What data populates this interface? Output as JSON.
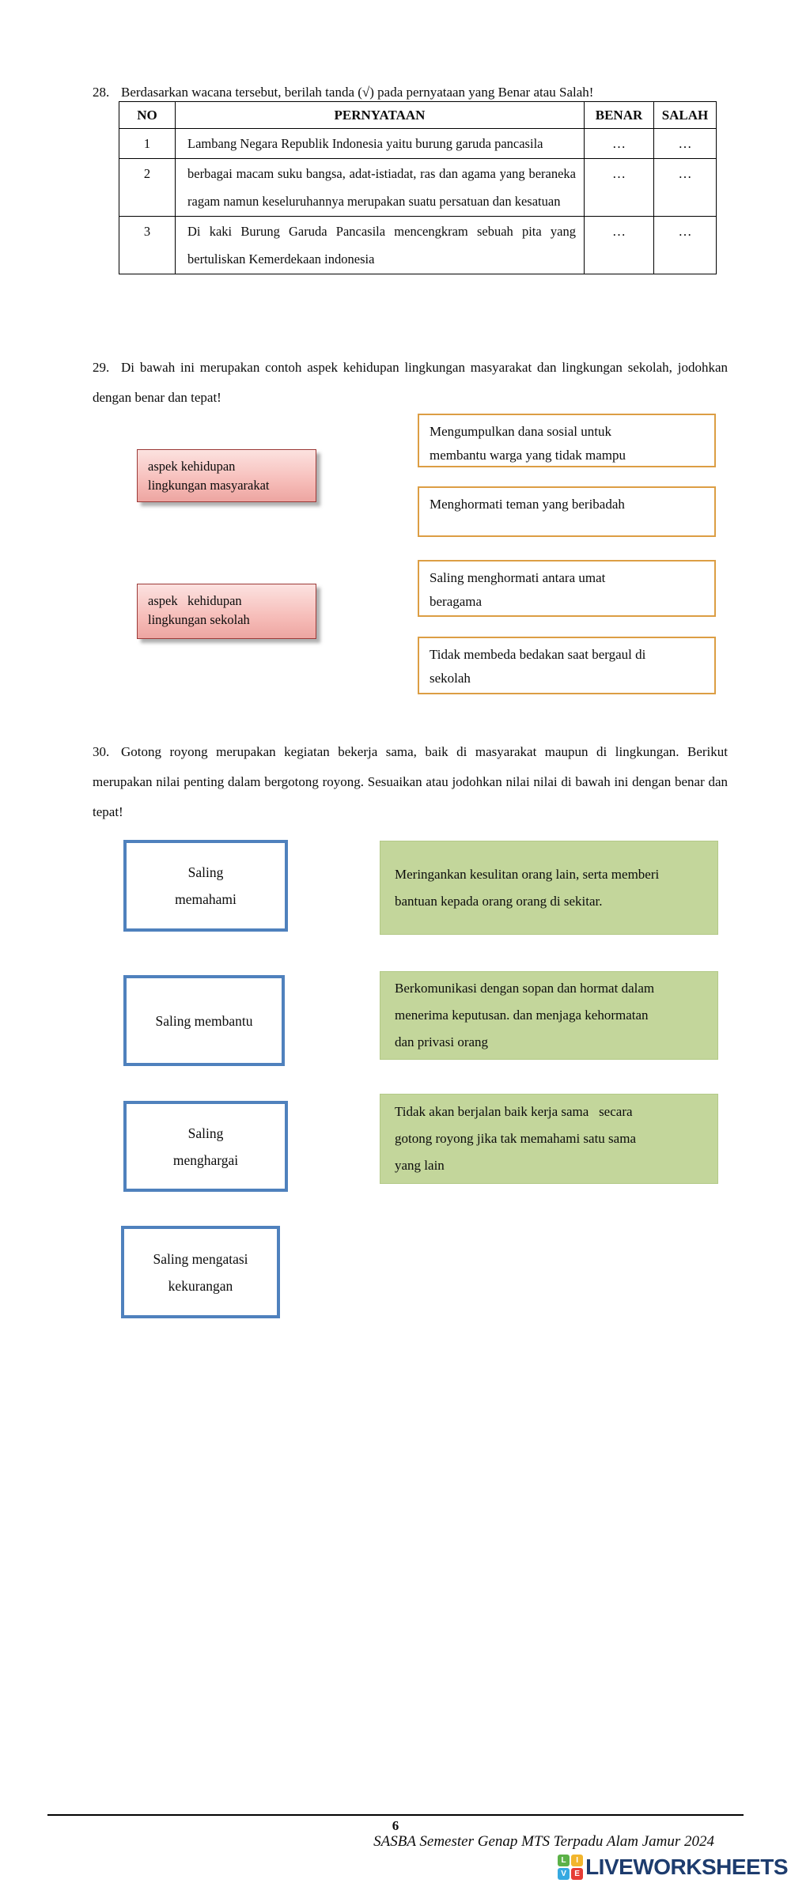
{
  "q28": {
    "number": "28.",
    "prompt": "Berdasarkan wacana tersebut, berilah tanda (√) pada pernyataan yang Benar atau Salah!",
    "table": {
      "headers": {
        "no": "NO",
        "statement": "PERNYATAAN",
        "benar": "BENAR",
        "salah": "SALAH"
      },
      "rows": [
        {
          "no": "1",
          "statement": "Lambang Negara Republik Indonesia yaitu burung garuda pancasila",
          "benar": "…",
          "salah": "…"
        },
        {
          "no": "2",
          "statement": "berbagai macam suku bangsa, adat-istiadat, ras dan agama yang beraneka ragam namun keseluruhannya merupakan suatu persatuan dan kesatuan",
          "benar": "…",
          "salah": "…"
        },
        {
          "no": "3",
          "statement": "Di kaki Burung Garuda Pancasila mencengkram sebuah pita yang bertuliskan Kemerdekaan indonesia",
          "benar": "…",
          "salah": "…"
        }
      ]
    }
  },
  "q29": {
    "number": "29.",
    "prompt": "Di bawah ini merupakan contoh aspek kehidupan lingkungan masyarakat dan lingkungan sekolah, jodohkan dengan benar  dan tepat!",
    "left_boxes": [
      {
        "text": "aspek kehidupan\nlingkungan masyarakat"
      },
      {
        "text": "aspek   kehidupan\nlingkungan sekolah"
      }
    ],
    "right_boxes": [
      {
        "text": "Mengumpulkan dana sosial untuk\nmembantu warga yang tidak mampu"
      },
      {
        "text": "Menghormati teman yang beribadah"
      },
      {
        "text": "Saling menghormati antara umat\nberagama"
      },
      {
        "text": "Tidak membeda bedakan saat bergaul di\nsekolah"
      }
    ]
  },
  "q30": {
    "number": "30.",
    "prompt": "Gotong royong merupakan kegiatan bekerja sama, baik di masyarakat maupun di lingkungan. Berikut merupakan nilai penting dalam bergotong royong. Sesuaikan atau jodohkan nilai nilai di bawah ini dengan benar dan tepat!",
    "left_boxes": [
      {
        "text": "Saling\nmemahami"
      },
      {
        "text": "Saling membantu"
      },
      {
        "text": "Saling\nmenghargai"
      },
      {
        "text": "Saling mengatasi\nkekurangan"
      }
    ],
    "right_boxes": [
      {
        "text": "Meringankan kesulitan orang lain, serta memberi\nbantuan kepada orang orang di sekitar."
      },
      {
        "text": "Berkomunikasi dengan sopan dan hormat dalam\nmenerima keputusan. dan menjaga kehormatan\ndan privasi orang"
      },
      {
        "text": "Tidak akan berjalan baik kerja sama   secara\ngotong royong jika tak memahami satu sama\nyang lain"
      }
    ]
  },
  "footer": {
    "page_number": "6",
    "source": "SASBA Semester Genap MTS Terpadu Alam Jamur 2024",
    "logo": {
      "text": "LIVEWORKSHEETS",
      "text_color": "#1d3c6e",
      "tiles": [
        {
          "letter": "L",
          "color": "#5cb148"
        },
        {
          "letter": "I",
          "color": "#f2b52d"
        },
        {
          "letter": "V",
          "color": "#36a9e1"
        },
        {
          "letter": "E",
          "color": "#e63c35"
        }
      ]
    }
  },
  "colors": {
    "pink_box_fill": "#f6bcb8",
    "pink_box_border": "#9c3a38",
    "orange_box_border": "#dc9e44",
    "blue_box_border": "#4f81bd",
    "green_box_fill": "#c3d69b",
    "logo_navy": "#1d3c6e"
  }
}
